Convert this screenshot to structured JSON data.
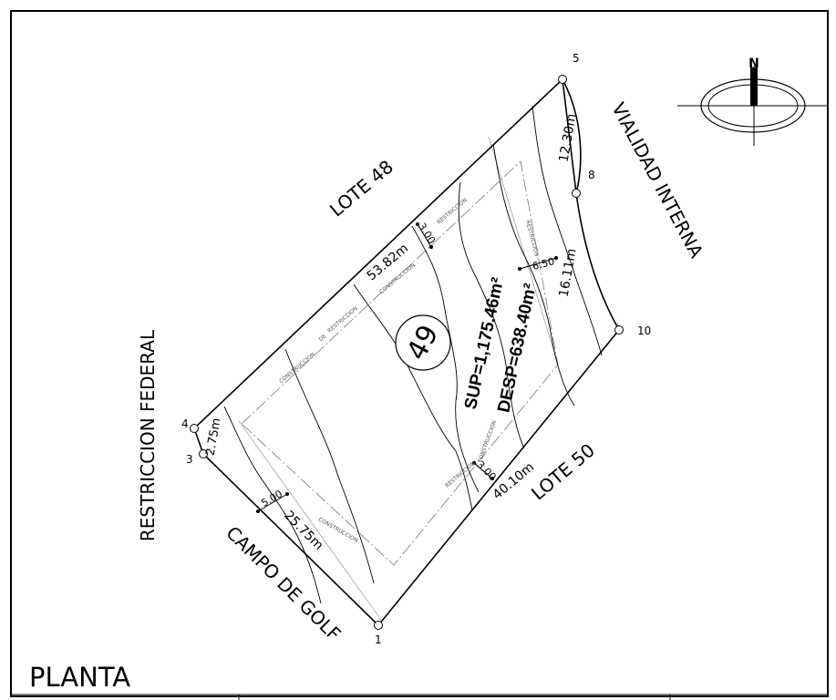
{
  "drawing": {
    "title": "PLANTA",
    "lot_number": "49",
    "area_total": "SUP=1,175.46m²",
    "area_desplante": "DESP=638.40m²"
  },
  "neighbors": {
    "north": "LOTE 48",
    "south": "LOTE 50",
    "east": "VIALIDAD INTERNA",
    "west": "RESTRICCION FEDERAL",
    "southwest": "CAMPO DE GOLF"
  },
  "vertices": {
    "v1": "1",
    "v3": "3",
    "v4": "4",
    "v5": "5",
    "v8": "8",
    "v10": "10"
  },
  "dimensions": {
    "side_north": "53.82m",
    "side_south": "40.10m",
    "side_west": "25.75m",
    "side_5_8": "12.30m",
    "side_8_10": "16.11m",
    "side_3_4": "2.75m",
    "setback_north": "3.00",
    "setback_south": "3.00",
    "setback_west": "5.00",
    "setback_east": "6.50"
  },
  "annotations": {
    "restriccion_1": "RESTRICCION",
    "restriccion_2": "RESTRICCION",
    "restriccion_3": "RESTRICCION",
    "restriccion_4": "RESTRICCION",
    "construccion_1": "CONSTRUCCION",
    "construccion_2": "CONSTRUCCION",
    "construccion_3": "CONSTRUCCION",
    "construccion_4": "CONSTRUCCION",
    "de": "DE"
  },
  "north_arrow": {
    "letter": "N"
  }
}
